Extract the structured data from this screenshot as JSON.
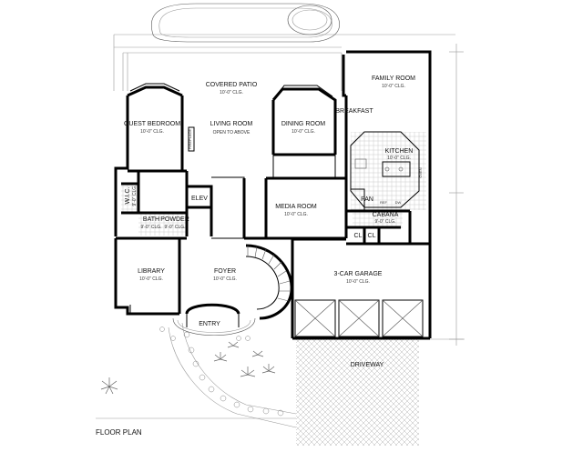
{
  "caption": "FLOOR PLAN",
  "rooms": {
    "covered_patio": {
      "name": "COVERED PATIO",
      "ceiling": "10'-0\" CLG."
    },
    "guest_bedroom": {
      "name": "GUEST BEDROOM",
      "ceiling": "10'-0\" CLG."
    },
    "living_room": {
      "name": "LIVING ROOM",
      "note": "OPEN TO ABOVE"
    },
    "dining_room": {
      "name": "DINING ROOM",
      "ceiling": "10'-0\" CLG."
    },
    "family_room": {
      "name": "FAMILY ROOM",
      "ceiling": "10'-0\" CLG."
    },
    "breakfast": {
      "name": "BREAKFAST"
    },
    "kitchen": {
      "name": "KITCHEN",
      "ceiling": "10'-0\" CLG."
    },
    "pan": {
      "name": "PAN"
    },
    "wic": {
      "name": "W.I.C.",
      "ceiling": "9'-0\" CLG."
    },
    "elev": {
      "name": "ELEV"
    },
    "media_room": {
      "name": "MEDIA ROOM",
      "ceiling": "10'-0\" CLG."
    },
    "cabana": {
      "name": "CABANA",
      "ceiling": "9'-0\" CLG."
    },
    "bath": {
      "name": "BATH",
      "ceiling": "9'-0\" CLG."
    },
    "powder": {
      "name": "POWDER",
      "ceiling": "9'-0\" CLG."
    },
    "cl1": {
      "name": "CL"
    },
    "cl2": {
      "name": "CL"
    },
    "library": {
      "name": "LIBRARY",
      "ceiling": "10'-0\" CLG."
    },
    "foyer": {
      "name": "FOYER",
      "ceiling": "10'-0\" CLG."
    },
    "garage": {
      "name": "3-CAR GARAGE",
      "ceiling": "10'-0\" CLG."
    },
    "entry": {
      "name": "ENTRY"
    },
    "driveway": {
      "name": "DRIVEWAY"
    }
  },
  "fixture_labels": {
    "fireplace": "FIREPLACE",
    "ref": "REF",
    "dw": "DW",
    "oven": "OVEN"
  },
  "colors": {
    "wall": "#000000",
    "hatch": "#9a9a9a",
    "background": "#ffffff"
  }
}
